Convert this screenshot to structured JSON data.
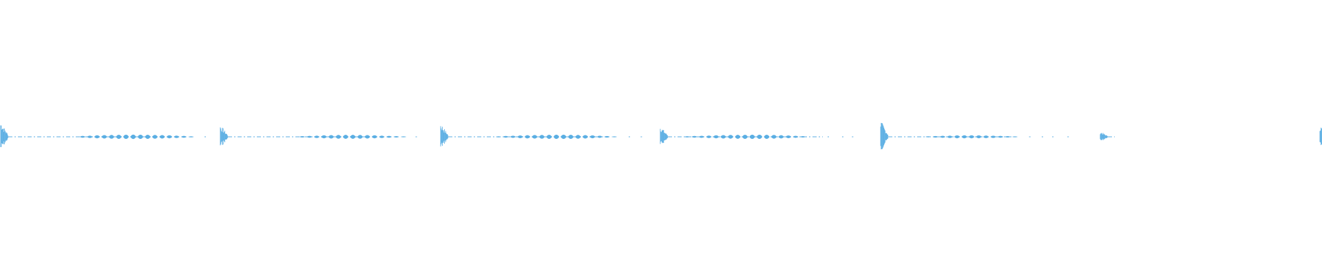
{
  "waveform": {
    "color": "#5aaee3",
    "background": "#ffffff",
    "segments": [
      {
        "name": "waveform-segment-1",
        "onset_peak": 0.28,
        "tail_level": 0.04,
        "body": [
          0.35,
          0.45,
          0.55,
          0.62,
          0.7,
          0.75,
          0.78,
          0.8,
          0.78,
          0.75,
          0.7,
          0.62,
          0.55,
          0.45,
          0.35,
          0.2
        ]
      },
      {
        "name": "waveform-segment-2",
        "onset_peak": 0.22,
        "tail_level": 0.04,
        "body": [
          0.25,
          0.35,
          0.45,
          0.55,
          0.62,
          0.7,
          0.72,
          0.72,
          0.7,
          0.62,
          0.55,
          0.45,
          0.35,
          0.25,
          0.15
        ]
      },
      {
        "name": "waveform-segment-3",
        "onset_peak": 0.25,
        "tail_level": 0.04,
        "body": [
          0.2,
          0.3,
          0.4,
          0.5,
          0.58,
          0.65,
          0.7,
          0.75,
          0.78,
          0.78,
          0.75,
          0.7,
          0.62,
          0.52,
          0.4,
          0.28,
          0.15
        ]
      },
      {
        "name": "waveform-segment-4",
        "onset_peak": 0.2,
        "tail_level": 0.04,
        "body": [
          0.22,
          0.3,
          0.38,
          0.46,
          0.55,
          0.62,
          0.68,
          0.72,
          0.75,
          0.78,
          0.78,
          0.75,
          0.68,
          0.6,
          0.5,
          0.38,
          0.25
        ]
      },
      {
        "name": "waveform-segment-5",
        "onset_peak": 0.3,
        "tail_level": 0.03,
        "body": [
          0.18,
          0.28,
          0.38,
          0.45,
          0.52,
          0.55,
          0.55,
          0.52,
          0.48,
          0.42,
          0.35,
          0.25,
          0.15
        ]
      },
      {
        "name": "waveform-segment-6",
        "onset_peak": 0.1,
        "tail_level": 0.02,
        "body": []
      },
      {
        "name": "waveform-segment-7",
        "onset_peak": 0.22,
        "tail_level": 0.0,
        "body": []
      }
    ]
  }
}
